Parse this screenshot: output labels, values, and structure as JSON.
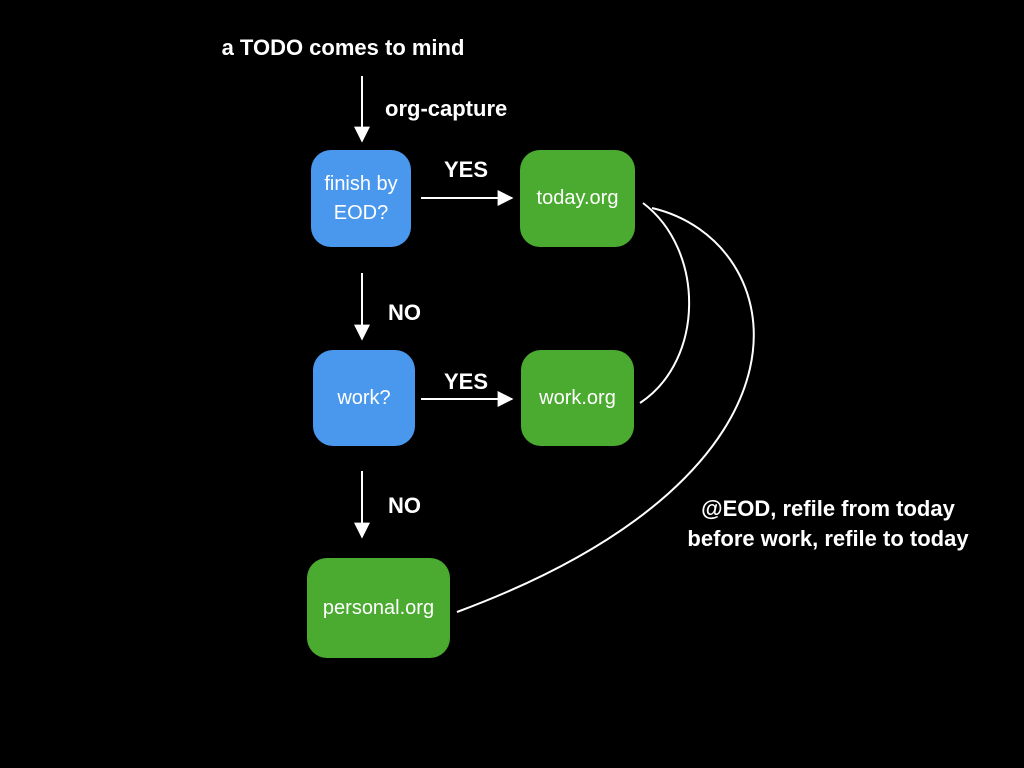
{
  "theme": {
    "background": "#000000",
    "box_blue": "#4a98ee",
    "box_green": "#4bab31",
    "line_color": "#ffffff",
    "text_color": "#ffffff"
  },
  "diagram": {
    "title": "a TODO comes to mind",
    "capture_label": "org-capture",
    "nodes": {
      "finish_by_eod": {
        "label": "finish by\nEOD?",
        "type": "decision"
      },
      "today_org": {
        "label": "today.org",
        "type": "file"
      },
      "work_q": {
        "label": "work?",
        "type": "decision"
      },
      "work_org": {
        "label": "work.org",
        "type": "file"
      },
      "personal_org": {
        "label": "personal.org",
        "type": "file"
      }
    },
    "edge_labels": {
      "yes1": "YES",
      "no1": "NO",
      "yes2": "YES",
      "no2": "NO"
    },
    "annotation": "@EOD, refile from today\nbefore work, refile to today"
  }
}
